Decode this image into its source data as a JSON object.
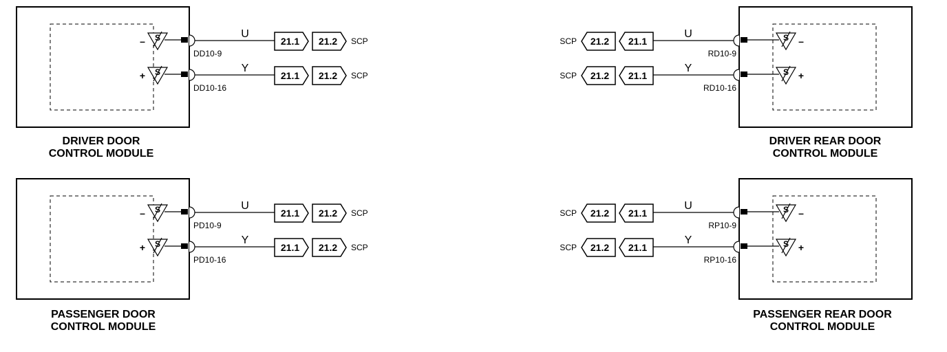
{
  "modules": [
    {
      "id": "driver-door",
      "title_lines": [
        "DRIVER DOOR",
        "CONTROL MODULE"
      ],
      "side": "left",
      "circuits": [
        {
          "sign": "–",
          "symbol": "S",
          "pin": "DD10-9",
          "wire_color": "U",
          "refs": [
            "21.1",
            "21.2"
          ],
          "dest": "SCP"
        },
        {
          "sign": "+",
          "symbol": "S",
          "pin": "DD10-16",
          "wire_color": "Y",
          "refs": [
            "21.1",
            "21.2"
          ],
          "dest": "SCP"
        }
      ]
    },
    {
      "id": "driver-rear-door",
      "title_lines": [
        "DRIVER REAR DOOR",
        "CONTROL MODULE"
      ],
      "side": "right",
      "circuits": [
        {
          "sign": "–",
          "symbol": "S",
          "pin": "RD10-9",
          "wire_color": "U",
          "refs": [
            "21.1",
            "21.2"
          ],
          "dest": "SCP"
        },
        {
          "sign": "+",
          "symbol": "S",
          "pin": "RD10-16",
          "wire_color": "Y",
          "refs": [
            "21.1",
            "21.2"
          ],
          "dest": "SCP"
        }
      ]
    },
    {
      "id": "passenger-door",
      "title_lines": [
        "PASSENGER DOOR",
        "CONTROL MODULE"
      ],
      "side": "left",
      "circuits": [
        {
          "sign": "–",
          "symbol": "S",
          "pin": "PD10-9",
          "wire_color": "U",
          "refs": [
            "21.1",
            "21.2"
          ],
          "dest": "SCP"
        },
        {
          "sign": "+",
          "symbol": "S",
          "pin": "PD10-16",
          "wire_color": "Y",
          "refs": [
            "21.1",
            "21.2"
          ],
          "dest": "SCP"
        }
      ]
    },
    {
      "id": "passenger-rear-door",
      "title_lines": [
        "PASSENGER REAR DOOR",
        "CONTROL MODULE"
      ],
      "side": "right",
      "circuits": [
        {
          "sign": "–",
          "symbol": "S",
          "pin": "RP10-9",
          "wire_color": "U",
          "refs": [
            "21.1",
            "21.2"
          ],
          "dest": "SCP"
        },
        {
          "sign": "+",
          "symbol": "S",
          "pin": "RP10-16",
          "wire_color": "Y",
          "refs": [
            "21.1",
            "21.2"
          ],
          "dest": "SCP"
        }
      ]
    }
  ]
}
